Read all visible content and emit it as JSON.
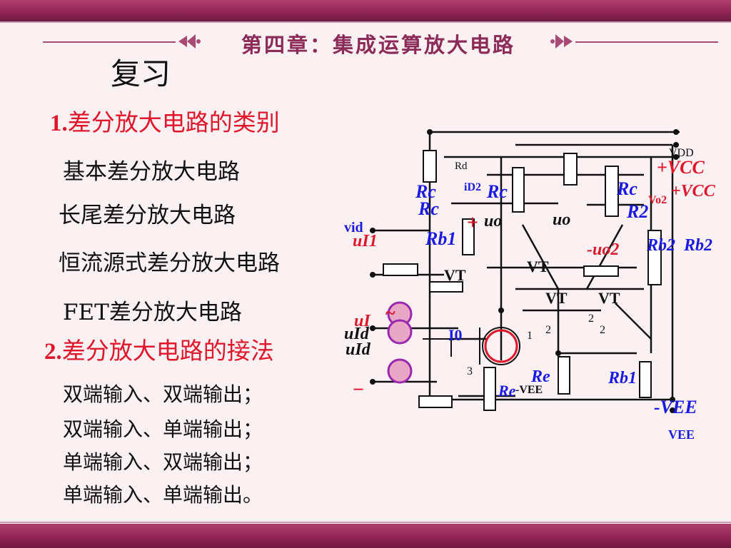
{
  "chapter_title": "第四章：集成运算放大电路",
  "review_title": "复习",
  "section1": {
    "num": "1.",
    "title": "差分放大电路的类别"
  },
  "categories": [
    "基本差分放大电路",
    "长尾差分放大电路",
    "恒流源式差分放大电路",
    "FET差分放大电路"
  ],
  "section2": {
    "num": "2.",
    "title": "差分放大电路的接法"
  },
  "connections": [
    "双端输入、双端输出；",
    "双端输入、单端输出；",
    "单端输入、双端输出；",
    "单端输入、单端输出。"
  ],
  "circuit_labels": {
    "vdd": "VDD",
    "vcc": "+VCC",
    "vcc2": "+VCC",
    "vo2": "Vo2",
    "rd": "Rd",
    "id2": "iD2",
    "rc": "Rc",
    "rc2": "Rc",
    "rc3": "Rc",
    "rc4": "Rc",
    "r2": "R2",
    "rb1": "Rb1",
    "rb2": "Rb2",
    "rb2b": "Rb2",
    "rb1b": "Rb1",
    "vid": "vid",
    "ui1": "uI1",
    "uo": "uo",
    "uo2": "uo",
    "uo_neg": "-uo2",
    "vt": "VT",
    "vt2": "VT",
    "vt3": "VT",
    "vt4": "VT",
    "re": "Re",
    "re2": "Re",
    "vee": "-VEE",
    "vee2": "-VEE",
    "vee3": "VEE",
    "i0": "I0",
    "uid": "uId",
    "uid2": "uId",
    "ui": "uI",
    "n1": "1",
    "n2": "2",
    "n3": "3",
    "n2b": "2",
    "n2c": "2",
    "plus": "+",
    "minus": "−",
    "tilde": "~"
  },
  "colors": {
    "accent_red": "#e0162b",
    "accent_blue": "#1a1ae6",
    "band": "#8f2452"
  }
}
